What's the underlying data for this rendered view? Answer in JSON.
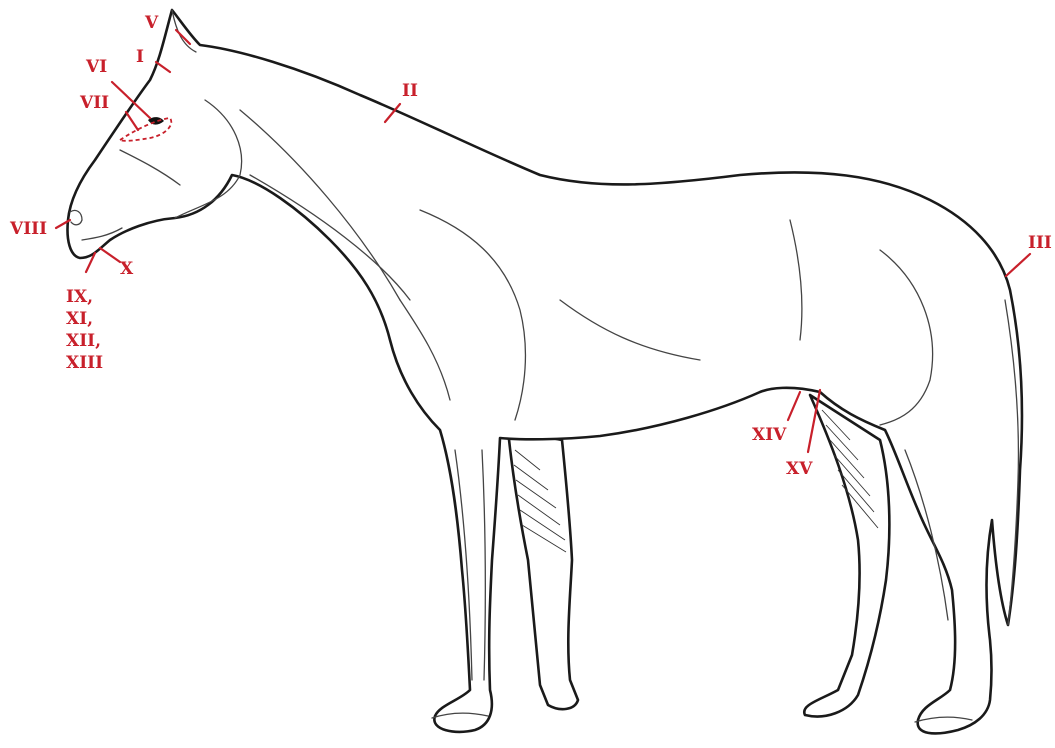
{
  "colors": {
    "label": "#c8202b",
    "line_art": "#1a1a1a",
    "background": "#ffffff"
  },
  "labels": {
    "I": "I",
    "II": "II",
    "III": "III",
    "V": "V",
    "VI": "VI",
    "VII": "VII",
    "VIII": "VIII",
    "X": "X",
    "XIV": "XIV",
    "XV": "XV",
    "mouth_group": [
      "IX,",
      "XI,",
      "XII,",
      "XIII"
    ]
  }
}
